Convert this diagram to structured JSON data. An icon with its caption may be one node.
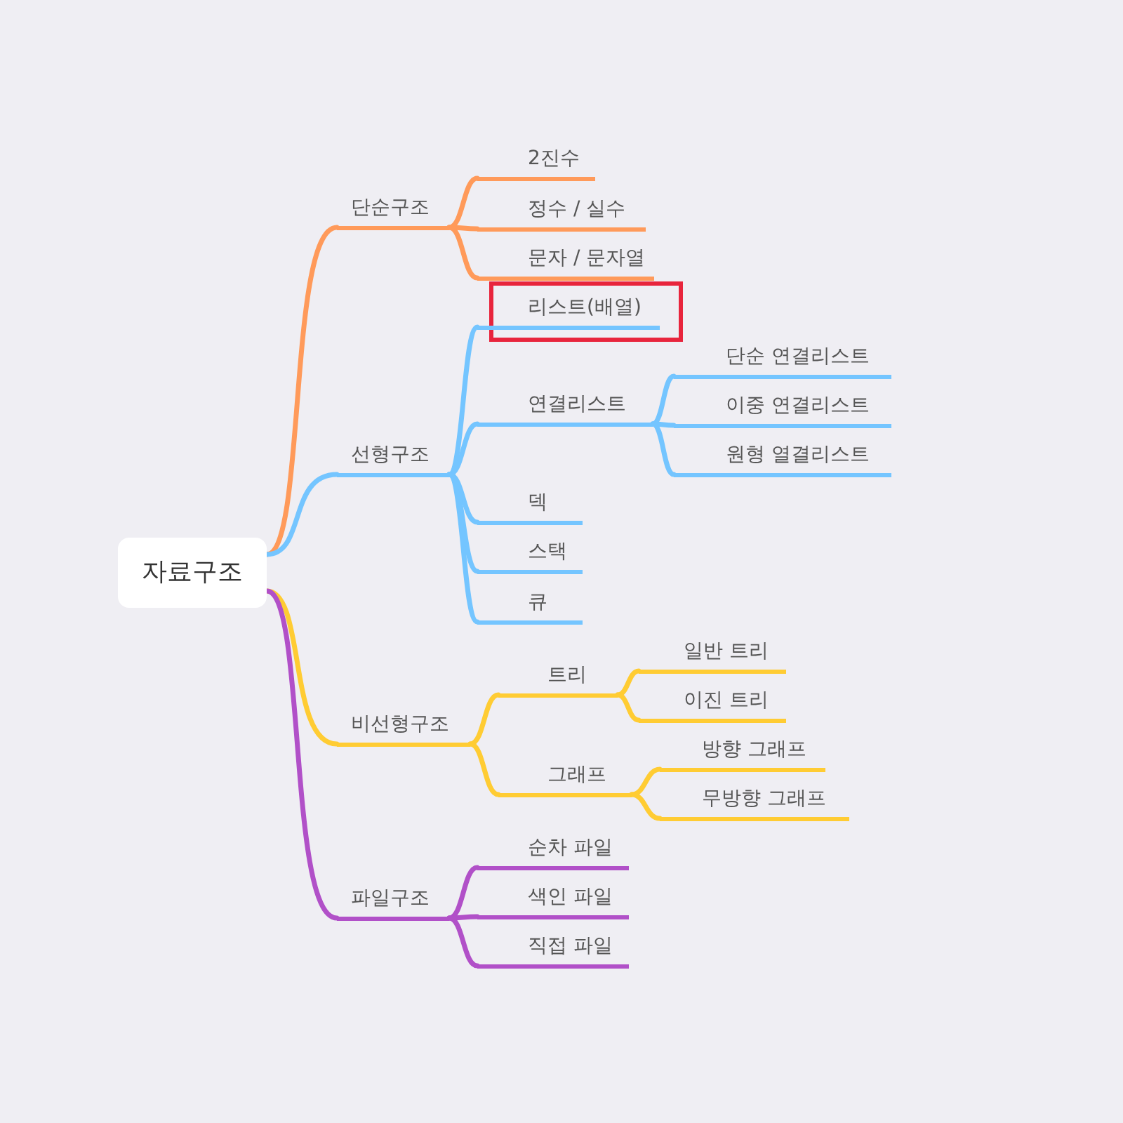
{
  "diagram": {
    "nodes": [
      {
        "text": [
          "자료구조"
        ]
      },
      {
        "text": [
          "단순구조"
        ]
      },
      {
        "text": [
          "2진수"
        ]
      },
      {
        "text": [
          "정수 / 실수"
        ]
      },
      {
        "text": [
          "문자 / 문자열"
        ]
      },
      {
        "text": [
          "선형구조"
        ]
      },
      {
        "text": [
          "리스트(배열)"
        ]
      },
      {
        "text": [
          "연결리스트"
        ]
      },
      {
        "text": [
          "단순 연결리스트"
        ]
      },
      {
        "text": [
          "이중 연결리스트"
        ]
      },
      {
        "text": [
          "원형 열결리스트"
        ]
      },
      {
        "text": [
          "덱"
        ]
      },
      {
        "text": [
          "스택"
        ]
      },
      {
        "text": [
          "큐"
        ]
      },
      {
        "text": [
          "비선형구조"
        ]
      },
      {
        "text": [
          "트리"
        ]
      },
      {
        "text": [
          "일반 트리"
        ]
      },
      {
        "text": [
          "이진 트리"
        ]
      },
      {
        "text": [
          "그래프"
        ]
      },
      {
        "text": [
          "방향 그래프"
        ]
      },
      {
        "text": [
          "무방향 그래프"
        ]
      },
      {
        "text": [
          "파일구조"
        ]
      },
      {
        "text": [
          "순차 파일"
        ]
      },
      {
        "text": [
          "색인 파일"
        ]
      },
      {
        "text": [
          "직접 파일"
        ]
      }
    ],
    "edges": [
      {
        "from": 0,
        "to": 1,
        "arrow": "none",
        "color": "#ff9a5a"
      },
      {
        "from": 1,
        "to": 2,
        "arrow": "none",
        "color": "#ff9a5a"
      },
      {
        "from": 1,
        "to": 3,
        "arrow": "none",
        "color": "#ff9a5a"
      },
      {
        "from": 1,
        "to": 4,
        "arrow": "none",
        "color": "#ff9a5a"
      },
      {
        "from": 0,
        "to": 5,
        "arrow": "none",
        "color": "#74c5ff"
      },
      {
        "from": 5,
        "to": 6,
        "arrow": "none",
        "color": "#74c5ff"
      },
      {
        "from": 5,
        "to": 7,
        "arrow": "none",
        "color": "#74c5ff"
      },
      {
        "from": 7,
        "to": 8,
        "arrow": "none",
        "color": "#74c5ff"
      },
      {
        "from": 7,
        "to": 9,
        "arrow": "none",
        "color": "#74c5ff"
      },
      {
        "from": 7,
        "to": 10,
        "arrow": "none",
        "color": "#74c5ff"
      },
      {
        "from": 5,
        "to": 11,
        "arrow": "none",
        "color": "#74c5ff"
      },
      {
        "from": 5,
        "to": 12,
        "arrow": "none",
        "color": "#74c5ff"
      },
      {
        "from": 5,
        "to": 13,
        "arrow": "none",
        "color": "#74c5ff"
      },
      {
        "from": 0,
        "to": 14,
        "arrow": "none",
        "color": "#ffcc33"
      },
      {
        "from": 14,
        "to": 15,
        "arrow": "none",
        "color": "#ffcc33"
      },
      {
        "from": 15,
        "to": 16,
        "arrow": "none",
        "color": "#ffcc33"
      },
      {
        "from": 15,
        "to": 17,
        "arrow": "none",
        "color": "#ffcc33"
      },
      {
        "from": 14,
        "to": 18,
        "arrow": "none",
        "color": "#ffcc33"
      },
      {
        "from": 18,
        "to": 19,
        "arrow": "none",
        "color": "#ffcc33"
      },
      {
        "from": 18,
        "to": 20,
        "arrow": "none",
        "color": "#ffcc33"
      },
      {
        "from": 0,
        "to": 21,
        "arrow": "none",
        "color": "#b150c8"
      },
      {
        "from": 21,
        "to": 22,
        "arrow": "none",
        "color": "#b150c8"
      },
      {
        "from": 21,
        "to": 23,
        "arrow": "none",
        "color": "#b150c8"
      },
      {
        "from": 21,
        "to": 24,
        "arrow": "none",
        "color": "#b150c8"
      }
    ]
  }
}
